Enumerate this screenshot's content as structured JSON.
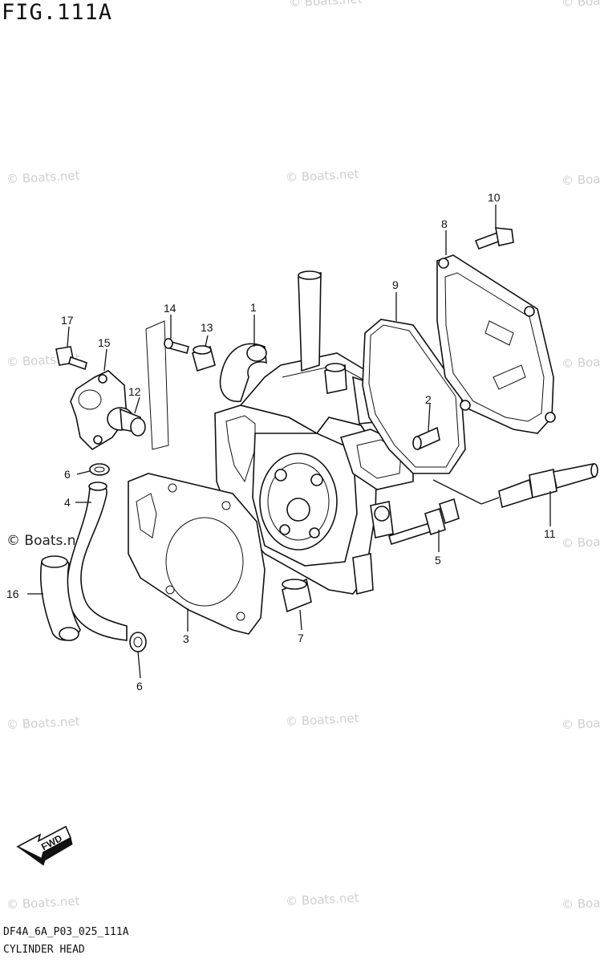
{
  "figure": {
    "title": "FIG.111A"
  },
  "footer": {
    "code": "DF4A_6A_P03_025_111A",
    "name": "CYLINDER HEAD"
  },
  "watermark": {
    "text": "© Boats.net"
  },
  "callouts": [
    "1",
    "2",
    "3",
    "4",
    "5",
    "6",
    "6",
    "7",
    "8",
    "9",
    "10",
    "11",
    "12",
    "13",
    "14",
    "15",
    "16",
    "17"
  ],
  "fwd_label": "FWD"
}
